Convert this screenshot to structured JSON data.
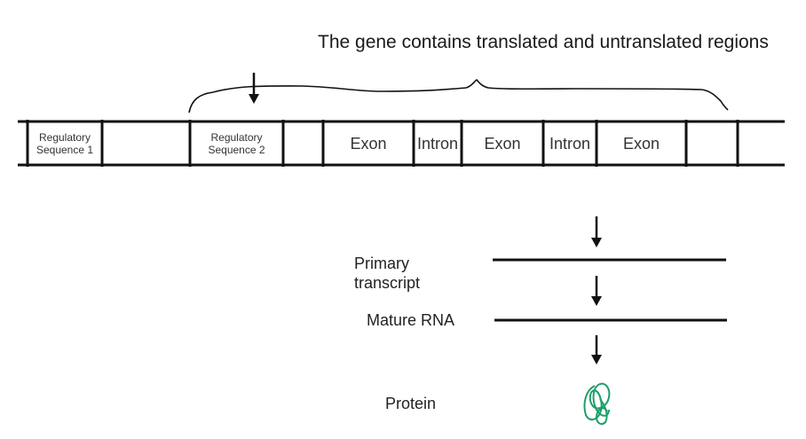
{
  "title": "The gene contains translated and untranslated regions",
  "gene_segments": [
    {
      "label": "Regulatory\nSequence 1",
      "type": "regulatory"
    },
    {
      "label": "",
      "type": "spacer"
    },
    {
      "label": "Regulatory\nSequence 2",
      "type": "regulatory"
    },
    {
      "label": "",
      "type": "spacer"
    },
    {
      "label": "Exon",
      "type": "exon"
    },
    {
      "label": "Intron",
      "type": "intron"
    },
    {
      "label": "Exon",
      "type": "exon"
    },
    {
      "label": "Intron",
      "type": "intron"
    },
    {
      "label": "Exon",
      "type": "exon"
    },
    {
      "label": "",
      "type": "spacer"
    }
  ],
  "steps": {
    "primary_transcript": "Primary\ntranscript",
    "mature_rna": "Mature RNA",
    "protein": "Protein"
  },
  "colors": {
    "line": "#111111",
    "protein": "#1f9e6a"
  }
}
